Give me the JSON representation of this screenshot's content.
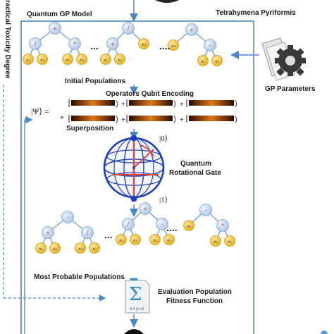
{
  "labels": {
    "model_title": "Quantum GP Model",
    "organism": "Tetrahymena Pyriformis",
    "side_label": "ractical Toxicity Degree",
    "initial_populations": "Initial Populations",
    "operators_qubit_encoding": "Operators Qubit Encoding",
    "psi_equals": "|Ψ⟩ =",
    "superposition": "Superposition",
    "gp_parameters": "GP Parameters",
    "quantum_rotational_gate_line1": "Quantum",
    "quantum_rotational_gate_line2": "Rotational Gate",
    "ket0": "|0⟩",
    "ket1": "|1⟩",
    "most_probable_populations": "Most Probable Populations",
    "evaluation_line1": "Evaluation Population",
    "evaluation_line2": "Fitness Function",
    "ellipsis": "...",
    "ellipsis_long": "....",
    "plus": "+",
    "ket_close": "⟩"
  },
  "trees": {
    "initial": [
      {
        "root": "+",
        "l": "/",
        "r": "*",
        "leaves": [
          "x₁",
          "x₂",
          "x₃",
          "x₄"
        ]
      },
      {
        "root": "/",
        "l": "+",
        "r": "x₃",
        "leaves": [
          "x₁",
          "x₂"
        ]
      },
      {
        "root": "+",
        "l": "x₄",
        "r": "-",
        "leaves": [
          "x₁",
          "x₂"
        ]
      }
    ],
    "probable": [
      {
        "root": "-",
        "l": "+",
        "r": "/",
        "leaves": [
          "x₁",
          "x₂",
          "x₃",
          "x₄"
        ]
      },
      {
        "root": "+",
        "l": "/",
        "r": "-",
        "leaves": [
          "x₁",
          "x₃",
          "x₄",
          "x₂"
        ]
      },
      {
        "root": "-",
        "l": "x₄",
        "r": "*",
        "leaves": [
          "x₂",
          "x₁"
        ]
      }
    ]
  },
  "colors": {
    "frame": "#4a86c5",
    "operator_node": "#c9dcf0",
    "leaf_node": "#f2c230",
    "sphere": "#1f3fbf",
    "rotation": "#e0443a"
  },
  "icons": [
    "gear-icon",
    "document-icon",
    "sigma-icon",
    "sphere-icon"
  ]
}
